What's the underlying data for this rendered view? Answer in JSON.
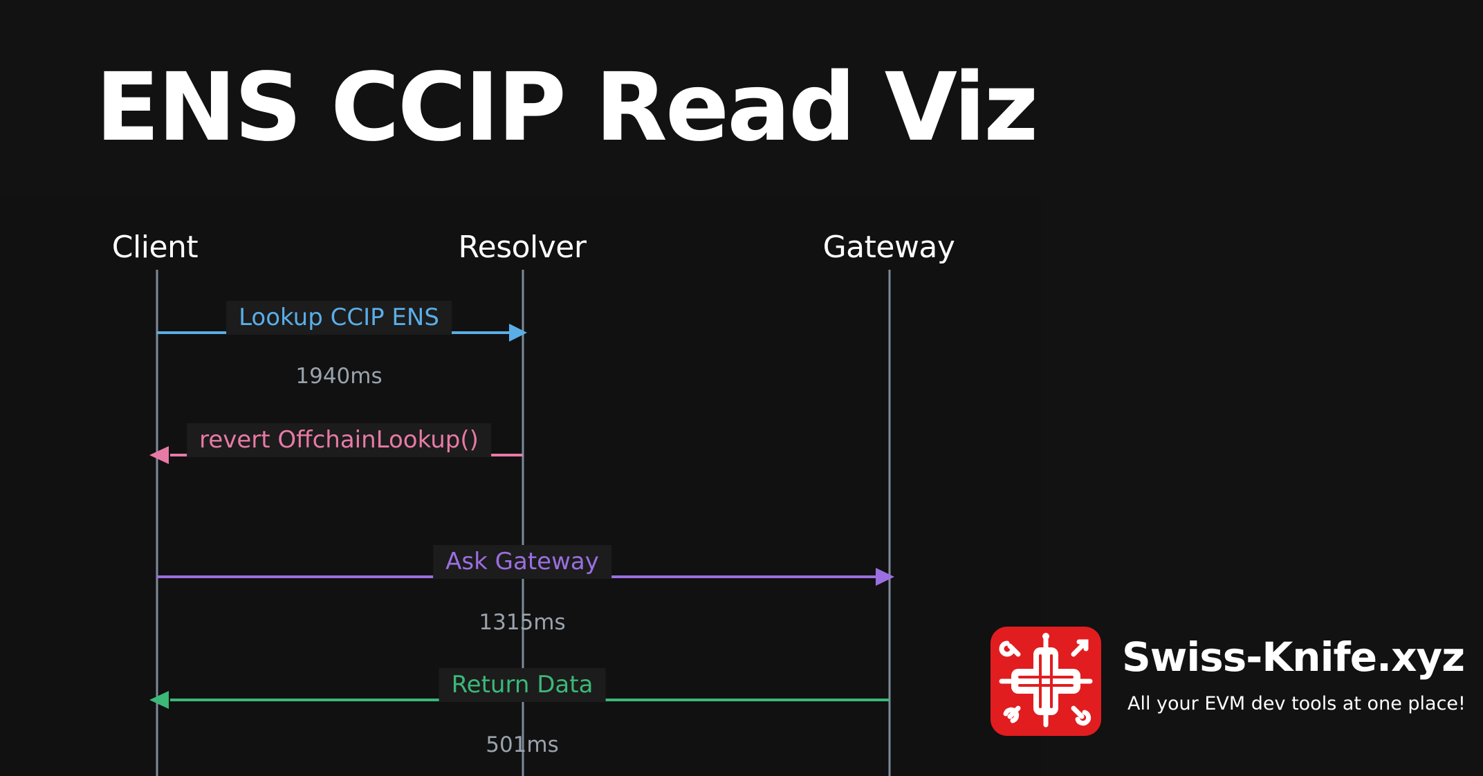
{
  "title": "ENS CCIP Read Viz",
  "actors": [
    {
      "name": "Client"
    },
    {
      "name": "Resolver"
    },
    {
      "name": "Gateway"
    }
  ],
  "messages": [
    {
      "label": "Lookup CCIP ENS",
      "from": "Client",
      "to": "Resolver",
      "color": "#5aaee8",
      "timing": "1940ms"
    },
    {
      "label": "revert OffchainLookup()",
      "from": "Resolver",
      "to": "Client",
      "color": "#e87aa6",
      "timing": ""
    },
    {
      "label": "Ask Gateway",
      "from": "Client",
      "to": "Gateway",
      "color": "#9b6fe0",
      "timing": "1315ms"
    },
    {
      "label": "Return Data",
      "from": "Gateway",
      "to": "Client",
      "color": "#3cb878",
      "timing": "501ms"
    }
  ],
  "brand": {
    "name": "Swiss-Knife.xyz",
    "tagline": "All your EVM dev tools at one place!",
    "logo_icon": "swiss-knife-tools-icon",
    "logo_color": "#e11d20"
  },
  "colors": {
    "background": "#121212",
    "lifeline": "#7d8a9c"
  }
}
